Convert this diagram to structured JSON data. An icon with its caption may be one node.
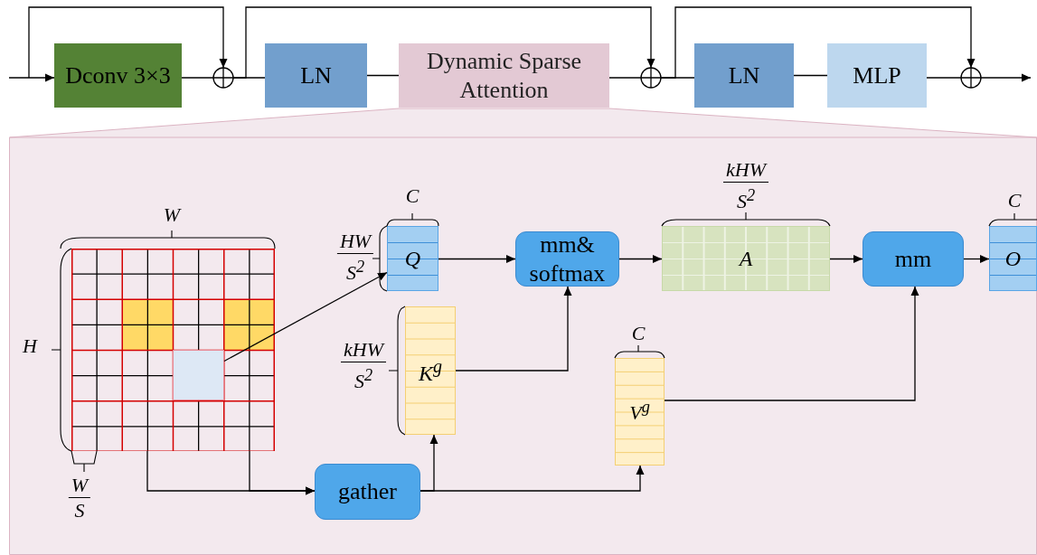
{
  "diagram": {
    "nodes": [
      {
        "text": [
          "Dconv 3×3"
        ]
      },
      {
        "text": [],
        "shape": "circle"
      },
      {
        "text": [
          "LN"
        ]
      },
      {
        "text": [
          "Dynamic Sparse Attention"
        ]
      },
      {
        "text": [],
        "shape": "circle"
      },
      {
        "text": [
          "LN"
        ]
      },
      {
        "text": [
          "MLP"
        ]
      },
      {
        "text": [],
        "shape": "circle"
      },
      {
        "text": [],
        "shape": "callout"
      },
      {
        "text": [],
        "shape": "grid",
        "in": 8,
        "beside": [
          "W",
          "H",
          "W",
          "S"
        ]
      },
      {
        "text": [],
        "shape": "box",
        "in": 9
      },
      {
        "text": [
          "Q"
        ],
        "in": 8,
        "beside": [
          "C",
          "HW",
          "S$^{2}$"
        ]
      },
      {
        "text": [
          "mm& softmax"
        ],
        "in": 8
      },
      {
        "text": [
          "A"
        ],
        "in": 8,
        "beside": [
          "kHW",
          "S$^{2}$"
        ]
      },
      {
        "text": [
          "mm"
        ],
        "in": 8
      },
      {
        "text": [
          "O"
        ],
        "in": 8,
        "beside": [
          "C"
        ]
      },
      {
        "text": [
          "K$^{g}$"
        ],
        "in": 8,
        "beside": [
          "kHW",
          "S$^{2}$"
        ]
      },
      {
        "text": [
          "V$^{g}$"
        ],
        "in": 8,
        "beside": [
          "C"
        ]
      },
      {
        "text": [
          "gather"
        ],
        "in": 8
      }
    ],
    "edges": [
      {
        "from": null,
        "to": 0,
        "arrow": "to"
      },
      {
        "from": 0,
        "to": 1,
        "arrow": "none"
      },
      {
        "from": null,
        "to": 1,
        "arrow": "to"
      },
      {
        "from": 1,
        "to": 2,
        "arrow": "none"
      },
      {
        "from": 2,
        "to": 3,
        "arrow": "none"
      },
      {
        "from": 3,
        "to": 4,
        "arrow": "none"
      },
      {
        "from": 1,
        "to": 4,
        "arrow": "to"
      },
      {
        "from": 4,
        "to": 5,
        "arrow": "none"
      },
      {
        "from": 5,
        "to": 6,
        "arrow": "none"
      },
      {
        "from": 6,
        "to": 7,
        "arrow": "none"
      },
      {
        "from": 4,
        "to": 7,
        "arrow": "to"
      },
      {
        "from": 7,
        "to": null,
        "arrow": "to"
      },
      {
        "from": 10,
        "to": 11,
        "arrow": "to"
      },
      {
        "from": 11,
        "to": 12,
        "arrow": "to"
      },
      {
        "from": 12,
        "to": 13,
        "arrow": "to"
      },
      {
        "from": 13,
        "to": 14,
        "arrow": "to"
      },
      {
        "from": 14,
        "to": 15,
        "arrow": "to"
      },
      {
        "from": 16,
        "to": 12,
        "arrow": "to"
      },
      {
        "from": 17,
        "to": 14,
        "arrow": "to"
      },
      {
        "from": 9,
        "to": 18,
        "arrow": "to"
      },
      {
        "from": 9,
        "to": 18,
        "arrow": "to"
      },
      {
        "from": 18,
        "to": 16,
        "arrow": "to"
      },
      {
        "from": 18,
        "to": 17,
        "arrow": "to"
      }
    ]
  }
}
